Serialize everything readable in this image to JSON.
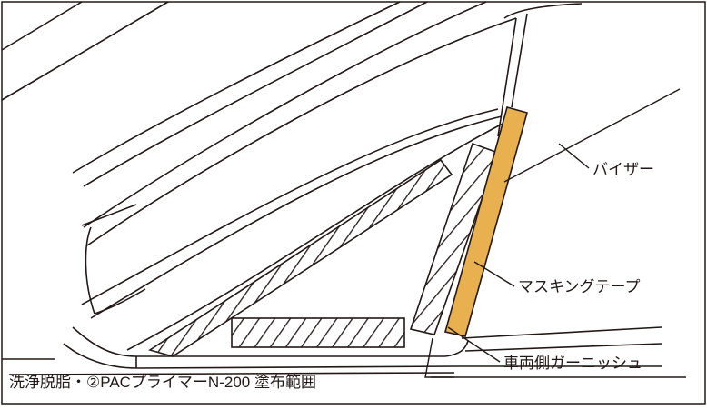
{
  "labels": {
    "visor": "バイザー",
    "masking_tape": "マスキングテープ",
    "vehicle_garnish": "車両側ガーニッシュ",
    "application_area": "洗浄脱脂・②PACプライマーN-200 塗布範囲"
  },
  "colors": {
    "line": "#231815",
    "tape": "#e8b04f",
    "background": "#ffffff"
  }
}
